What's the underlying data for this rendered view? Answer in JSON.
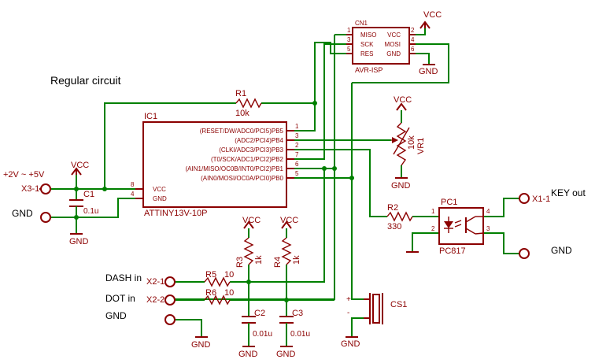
{
  "title": "Regular circuit",
  "parts": {
    "ic1": {
      "name": "IC1",
      "value": "ATTINY13V-10P",
      "pins_left": [
        "VCC",
        "GND"
      ],
      "pin_numbers_left": [
        "8",
        "4"
      ],
      "pins_right": [
        "(RESET/DW/ADC0/PCI5)PB5",
        "(ADC2/PCI4)PB4",
        "(CLKI/ADC3/PCI3)PB3",
        "(T0/SCK/ADC1/PCI2)PB2",
        "(AIN1/MISO/OC0B/INT0/PCI2)PB1",
        "(AIN0/MOSI/OC0A/PCI0)PB0"
      ],
      "pin_numbers_right": [
        "1",
        "3",
        "2",
        "7",
        "6",
        "5"
      ]
    },
    "cn1": {
      "name": "CN1",
      "value": "AVR-ISP",
      "pins": [
        "MISO",
        "VCC",
        "SCK",
        "MOSI",
        "RES",
        "GND"
      ],
      "pin_numbers": [
        "1",
        "2",
        "3",
        "4",
        "5",
        "6"
      ]
    },
    "r1": {
      "name": "R1",
      "value": "10k"
    },
    "r2": {
      "name": "R2",
      "value": "330"
    },
    "r3": {
      "name": "R3",
      "value": "1k"
    },
    "r4": {
      "name": "R4",
      "value": "1k"
    },
    "r5": {
      "name": "R5",
      "value": "10"
    },
    "r6": {
      "name": "R6",
      "value": "10"
    },
    "vr1": {
      "name": "VR1",
      "value": "10k"
    },
    "c1": {
      "name": "C1",
      "value": "0.1u"
    },
    "c2": {
      "name": "C2",
      "value": "0.01u"
    },
    "c3": {
      "name": "C3",
      "value": "0.01u"
    },
    "cs1": {
      "name": "CS1",
      "plus": "+",
      "minus": "-"
    },
    "pc1": {
      "name": "PC1",
      "value": "PC817",
      "pin_numbers": [
        "1",
        "2",
        "3",
        "4"
      ]
    }
  },
  "connectors": {
    "x3_1": "X3-1",
    "x2_1": "X2-1",
    "x2_2": "X2-2",
    "x1_1": "X1-1"
  },
  "net_labels": {
    "vcc": "VCC",
    "gnd": "GND",
    "power_in": "+2V ~ +5V",
    "dash_in": "DASH in",
    "dot_in": "DOT in",
    "key_out": "KEY out"
  }
}
